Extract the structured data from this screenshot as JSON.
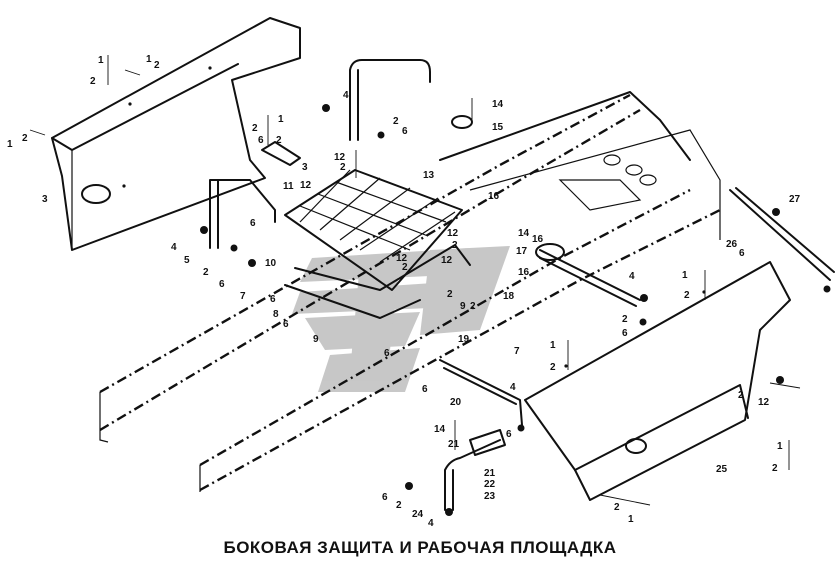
{
  "caption": "БОКОВАЯ ЗАЩИТА И РАБОЧАЯ ПЛОЩАДКА",
  "watermark_color": "#9a9a9a",
  "line_color": "#111111",
  "callouts": [
    "1",
    "2",
    "1",
    "2",
    "1",
    "2",
    "3",
    "4",
    "5",
    "2",
    "6",
    "4",
    "2",
    "6",
    "2",
    "6",
    "1",
    "2",
    "12",
    "2",
    "11",
    "12",
    "3",
    "6",
    "7",
    "13",
    "16",
    "12",
    "2",
    "12",
    "2",
    "12",
    "2",
    "15",
    "14",
    "17",
    "16",
    "14",
    "16",
    "18",
    "27",
    "26",
    "6",
    "9",
    "2",
    "6",
    "10",
    "8",
    "6",
    "9",
    "19",
    "6",
    "4",
    "1",
    "2",
    "2",
    "6",
    "7",
    "1",
    "2",
    "4",
    "20",
    "6",
    "2",
    "12",
    "1",
    "2",
    "14",
    "21",
    "6",
    "21",
    "22",
    "23",
    "24",
    "2",
    "4",
    "6",
    "2",
    "1",
    "25"
  ]
}
